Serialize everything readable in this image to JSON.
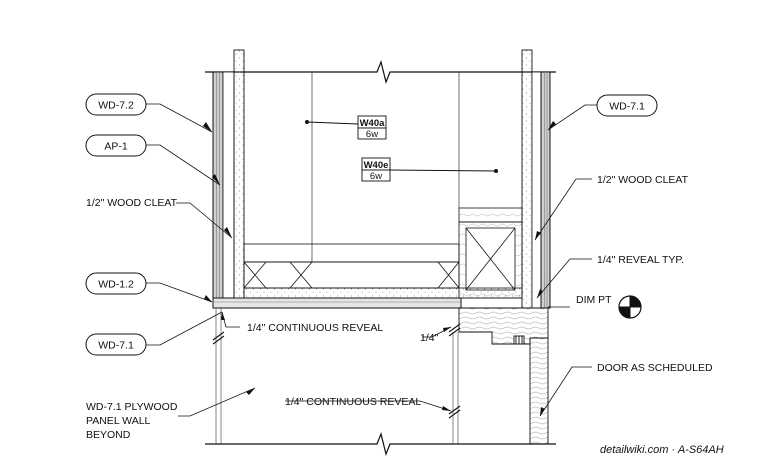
{
  "tags": {
    "wd72": "WD-7.2",
    "ap1": "AP-1",
    "wd12": "WD-1.2",
    "wd71_left": "WD-7.1",
    "wd71_right": "WD-7.1"
  },
  "labels": {
    "cleat_left": "1/2\" WOOD CLEAT",
    "cleat_right": "1/2\" WOOD CLEAT",
    "reveal_typ": "1/4\" REVEAL TYP.",
    "dim_pt": "DIM PT",
    "reveal_continuous_top": "1/4\" CONTINUOUS REVEAL",
    "quarter": "1/4\"",
    "door_scheduled": "DOOR AS SCHEDULED",
    "reveal_continuous_bottom": "1/4\" CONTINUOUS REVEAL",
    "plywood_line1": "WD-7.1 PLYWOOD",
    "plywood_line2": "PANEL WALL",
    "plywood_line3": "BEYOND"
  },
  "wall_tags": [
    {
      "code": "W40a",
      "rating": "6w"
    },
    {
      "code": "W40e",
      "rating": "6w"
    }
  ],
  "watermark": "detailwiki.com · A-S64AH"
}
